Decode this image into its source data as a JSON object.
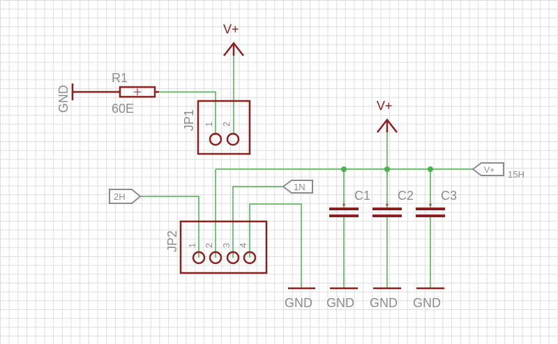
{
  "schematic": {
    "colors": {
      "wire": "#4caf50",
      "component": "#8b1e1e",
      "label": "#8c8c8c",
      "grid": "#dcdcdc"
    },
    "resistor": {
      "name": "R1",
      "value": "60E"
    },
    "headers": {
      "jp1": {
        "name": "JP1",
        "pins": [
          "1",
          "2"
        ]
      },
      "jp2": {
        "name": "JP2",
        "pins": [
          "1",
          "2",
          "3",
          "4"
        ]
      }
    },
    "capacitors": [
      "C1",
      "C2",
      "C3"
    ],
    "supply": {
      "vplus_top": "V+",
      "vplus_right": "V+",
      "gnd_left": "GND"
    },
    "net_flags": {
      "right_flag": "V+",
      "right_note": "15H",
      "flag_2h": "2H",
      "flag_1n": "1N"
    },
    "grounds": [
      "GND",
      "GND",
      "GND",
      "GND"
    ]
  }
}
